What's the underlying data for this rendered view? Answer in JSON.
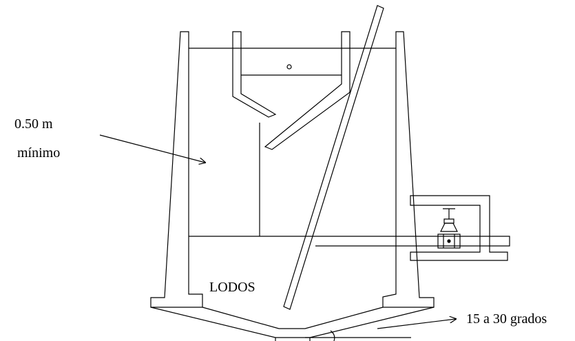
{
  "labels": {
    "depth_value": "0.50 m",
    "depth_qualifier": "mínimo",
    "sludge": "LODOS",
    "slope": "15 a 30 grados"
  },
  "colors": {
    "stroke": "#000000",
    "background": "#ffffff"
  }
}
